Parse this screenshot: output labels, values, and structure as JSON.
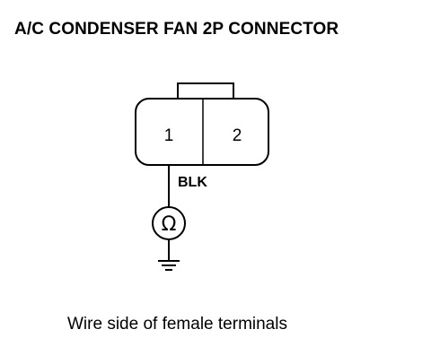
{
  "title": "A/C CONDENSER FAN 2P CONNECTOR",
  "connector": {
    "terminals": [
      {
        "label": "1"
      },
      {
        "label": "2"
      }
    ]
  },
  "wire": {
    "color_label": "BLK"
  },
  "meter": {
    "symbol": "Ω",
    "icon": "ohmmeter-icon"
  },
  "ground": {
    "icon": "ground-icon"
  },
  "caption": "Wire side of female terminals"
}
